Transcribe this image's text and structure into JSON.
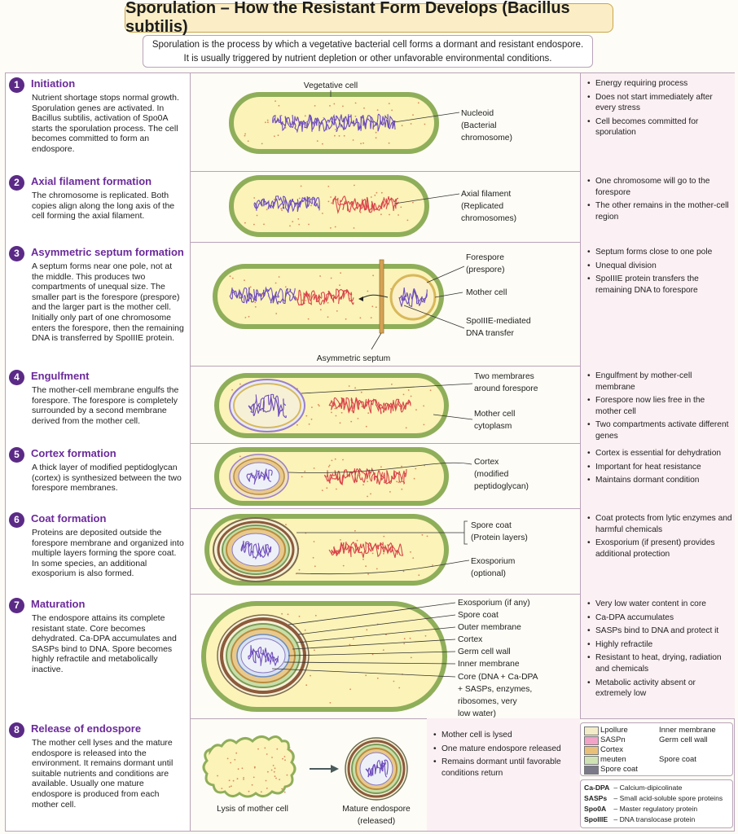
{
  "title": "Sporulation – How the Resistant Form Develops (Bacillus subtilis)",
  "intro": {
    "line1": "Sporulation is the process by which a vegetative bacterial cell forms a dormant and resistant endospore.",
    "line2": "It is usually triggered by nutrient depletion or other unfavorable environmental conditions."
  },
  "steps": [
    {
      "num": "1",
      "heading": "Initiation",
      "description": "Nutrient shortage stops normal growth. Sporulation genes are activated. In Bacillus subtilis, activation of Spo0A starts the sporulation process. The cell becomes committed to form an endospore.",
      "bullets": [
        "Energy requiring process",
        "Does not start immediately after every stress",
        "Cell becomes committed for sporulation"
      ]
    },
    {
      "num": "2",
      "heading": "Axial filament formation",
      "description": "The chromosome is replicated. Both copies align along the long axis of the cell forming the axial filament.",
      "bullets": [
        "One chromosome will go to the forespore",
        "The other remains in the mother-cell region"
      ]
    },
    {
      "num": "3",
      "heading": "Asymmetric septum formation",
      "description": "A septum forms near one pole, not at the middle. This produces two compartments of unequal size. The smaller part is the forespore (prespore) and the larger part is the mother cell. Initially only part of one chromosome enters the forespore, then the remaining DNA is transferred by SpoIIIE protein.",
      "bullets": [
        "Septum forms close to one pole",
        "Unequal division",
        "SpoIIIE protein transfers the remaining DNA to forespore"
      ]
    },
    {
      "num": "4",
      "heading": "Engulfment",
      "description": "The mother-cell membrane engulfs the forespore. The forespore is completely surrounded by a second membrane derived from the mother cell.",
      "bullets": [
        "Engulfment by mother-cell membrane",
        "Forespore now lies free in the mother cell",
        "Two compartments activate different genes"
      ]
    },
    {
      "num": "5",
      "heading": "Cortex formation",
      "description": "A thick layer of modified peptidoglycan (cortex) is synthesized between the two forespore membranes.",
      "bullets": [
        "Cortex is essential for dehydration",
        "Important for heat resistance",
        "Maintains dormant condition"
      ]
    },
    {
      "num": "6",
      "heading": "Coat formation",
      "description": "Proteins are deposited outside the forespore membrane and organized into multiple layers forming the spore coat. In some species, an additional exosporium is also formed.",
      "bullets": [
        "Coat protects from lytic enzymes and harmful chemicals",
        "Exosporium (if present) provides additional protection"
      ]
    },
    {
      "num": "7",
      "heading": "Maturation",
      "description": "The endospore attains its complete resistant state. Core becomes dehydrated. Ca-DPA accumulates and SASPs bind to DNA. Spore becomes highly refractile and metabolically inactive.",
      "bullets": [
        "Very low water content in core",
        "Ca-DPA accumulates",
        "SASPs bind to DNA and protect it",
        "Highly refractile",
        "Resistant to heat, drying, radiation and chemicals",
        "Metabolic activity absent or extremely low"
      ]
    },
    {
      "num": "8",
      "heading": "Release of endospore",
      "description": "The mother cell lyses and the mature endospore is released into the environment. It remains dormant until suitable nutrients and conditions are available. Usually one mature endospore is produced from each mother cell.",
      "bullets": [
        "Mother cell is lysed",
        "One mature endospore released",
        "Remains dormant until favorable conditions return"
      ]
    }
  ],
  "labels": {
    "s1": {
      "vegetative": "Vegetative cell",
      "nucleoid1": "Nucleoid",
      "nucleoid2": "(Bacterial",
      "nucleoid3": "chromosome)"
    },
    "s2": {
      "axial1": "Axial filament",
      "axial2": "(Replicated",
      "axial3": "chromosomes)"
    },
    "s3": {
      "forespore1": "Forespore",
      "forespore2": "(prespore)",
      "mother": "Mother cell",
      "spo1": "SpoIIIE-mediated",
      "spo2": "DNA transfer",
      "septum": "Asymmetric septum"
    },
    "s4": {
      "two1": "Two membrares",
      "two2": "around forespore",
      "mc1": "Mother cell",
      "mc2": "cytoplasm"
    },
    "s5": {
      "cortex1": "Cortex",
      "cortex2": "(modified",
      "cortex3": "peptidoglycan)"
    },
    "s6": {
      "coat1": "Spore coat",
      "coat2": "(Protein layers)",
      "exo1": "Exosporium",
      "exo2": "(optional)"
    },
    "s7": {
      "l1": "Exosporium (if any)",
      "l2": "Spore coat",
      "l3": "Outer membrane",
      "l4": "Cortex",
      "l5": "Germ cell wall",
      "l6": "Inner membrane",
      "l7": "Core (DNA + Ca-DPA",
      "l8": "+ SASPs, enzymes,",
      "l9": "ribosomes, very",
      "l10": "low water)"
    },
    "s8": {
      "lysis": "Lysis of mother cell",
      "mature1": "Mature endospore",
      "mature2": "(released)"
    }
  },
  "legend": [
    {
      "label": "Lpollure",
      "color": "#f3ecc8",
      "right": "Inner membrane"
    },
    {
      "label": "SASPn",
      "color": "#f2a3c6",
      "right": "Germ cell wall"
    },
    {
      "label": "Cortex",
      "color": "#e8c07a",
      "right": ""
    },
    {
      "label": "meuten",
      "color": "#cfe2b4",
      "right": "Spore coat"
    },
    {
      "label": "Spore coat",
      "color": "#7b7a88",
      "right": ""
    }
  ],
  "abbreviations": [
    {
      "abbr": "Ca-DPA",
      "def": "Calcium-dipicolinate"
    },
    {
      "abbr": "SASPs",
      "def": "Small acid-soluble spore proteins"
    },
    {
      "abbr": "Spo0A",
      "def": "Master regulatory protein"
    },
    {
      "abbr": "SpoIIIE",
      "def": "DNA translocase protein"
    }
  ],
  "colors": {
    "accent": "#6b2a9a",
    "cell_fill": "#fbf3b8",
    "cell_wall": "#8fae5a",
    "chromosome_purple": "#6e4dbb",
    "chromosome_red": "#d8454a",
    "side_panel": "#fbf0f3"
  }
}
